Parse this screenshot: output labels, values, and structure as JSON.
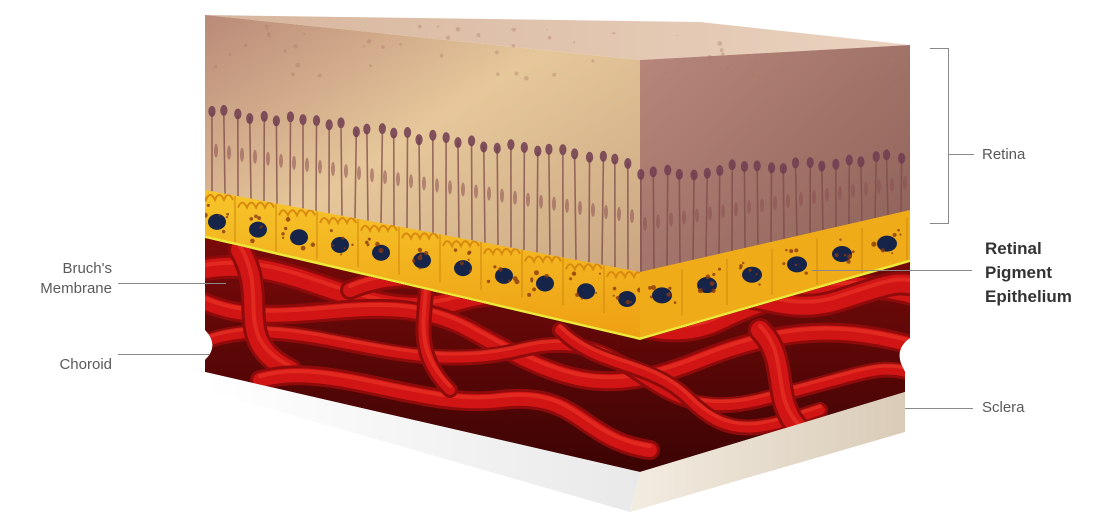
{
  "labels": {
    "retina": "Retina",
    "rpe_line1": "Retinal",
    "rpe_line2": "Pigment",
    "rpe_line3": "Epithelium",
    "bruchs_line1": "Bruch's",
    "bruchs_line2": "Membrane",
    "choroid": "Choroid",
    "sclera": "Sclera"
  },
  "colors": {
    "retina": "#c79a7e",
    "retina_side": "#9a6a5a",
    "rpe_cells": "#f2b51e",
    "bruchs_membrane": "#e9e23a",
    "nuclei": "#16244a",
    "choroid_vessels": "#d11515",
    "choroid_dark": "#5e0707",
    "sclera_top": "#f2f2f2",
    "sclera_side": "#e8dccb"
  }
}
